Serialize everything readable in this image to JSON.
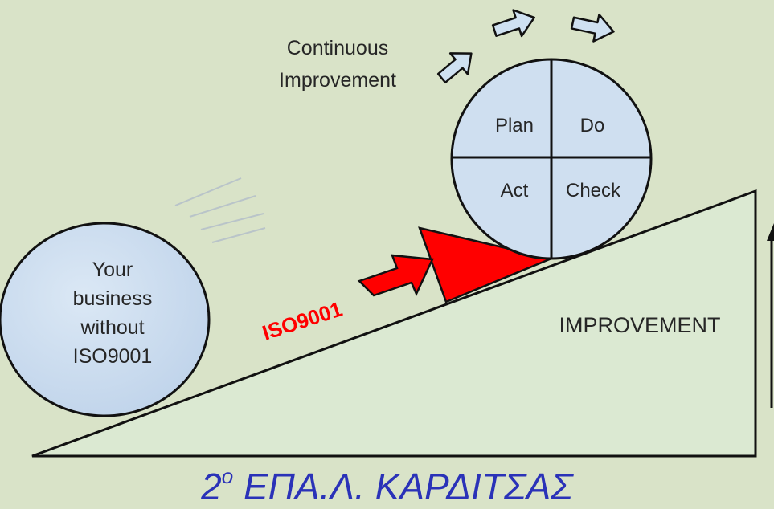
{
  "continuous_improvement": {
    "line1": "Continuous",
    "line2": "Improvement"
  },
  "pdca": {
    "plan": "Plan",
    "do": "Do",
    "act": "Act",
    "check": "Check"
  },
  "ball": {
    "line1": "Your",
    "line2": "business",
    "line3": "without",
    "line4": "ISO9001"
  },
  "wedge_label": "ISO9001",
  "slope_label": "IMPROVEMENT",
  "footer": {
    "number": "2",
    "superscript": "o",
    "text": "ΕΠΑ.Λ. ΚΑΡΔΙΤΣΑΣ"
  },
  "colors": {
    "background": "#d9e3c8",
    "slope_fill": "#dbe9d2",
    "circle_fill": "#cfdff0",
    "arrow_fill": "#cfe1f1",
    "wedge_red": "#ff0000",
    "footer_text": "#2a32b8"
  }
}
